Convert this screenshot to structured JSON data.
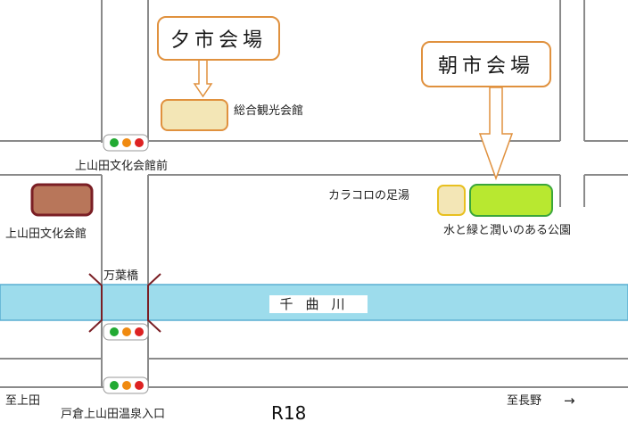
{
  "callouts": {
    "evening_market": "夕市会場",
    "morning_market": "朝市会場"
  },
  "places": {
    "sogo_kanko_kaikan": "総合観光会館",
    "kamiyamada_bunka_kaikan": "上山田文化会館",
    "karakoro_ashiyu": "カラコロの足湯",
    "park": "水と緑と潤いのある公園"
  },
  "intersections": {
    "bunka_kaikan_mae": "上山田文化会館前",
    "manyo_bashi": "万葉橋",
    "tokura_onsen_iriguchi": "戸倉上山田温泉入口"
  },
  "river": {
    "name": "千曲川"
  },
  "road": {
    "name": "R18",
    "to_west": "至上田",
    "to_east": "至長野",
    "east_arrow": "→"
  },
  "colors": {
    "road_line": "#8a8a8a",
    "river_fill": "#9ddcec",
    "river_edge": "#5aaed2",
    "callout_border": "#e0913e",
    "sogo_kanko_fill": "#f3e6b6",
    "bunka_kaikan_fill": "#b8765a",
    "bunka_kaikan_border": "#7a1e24",
    "ashiyu_fill": "#f3e6b6",
    "ashiyu_border": "#e8c020",
    "park_fill": "#b8e830",
    "park_border": "#3aa63a",
    "bridge_marks": "#7a1e24",
    "signal_green": "#22aa33",
    "signal_orange": "#f08a10",
    "signal_red": "#dd2222"
  }
}
